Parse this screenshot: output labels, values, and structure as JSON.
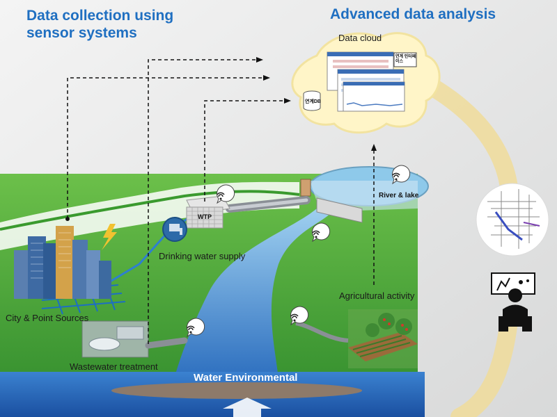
{
  "headings": {
    "collection": "Data collection using sensor systems",
    "analysis": "Advanced data analysis"
  },
  "cloud": {
    "title": "Data cloud",
    "db_label": "연계DB",
    "interface_label": "연계 인터페이스"
  },
  "labels": {
    "wtp": "WTP",
    "drinking_water": "Drinking water supply",
    "river_lake": "River & lake",
    "agricultural": "Agricultural activity",
    "city_sources": "City & Point Sources",
    "wastewater": "Wastewater treatment",
    "water_env": "Water Environmental"
  },
  "colors": {
    "heading": "#1f6fc1",
    "grass": "#4aa83a",
    "water": "#3f7fc8",
    "cloud": "#fff5c8",
    "arc": "#f2dfa0"
  }
}
